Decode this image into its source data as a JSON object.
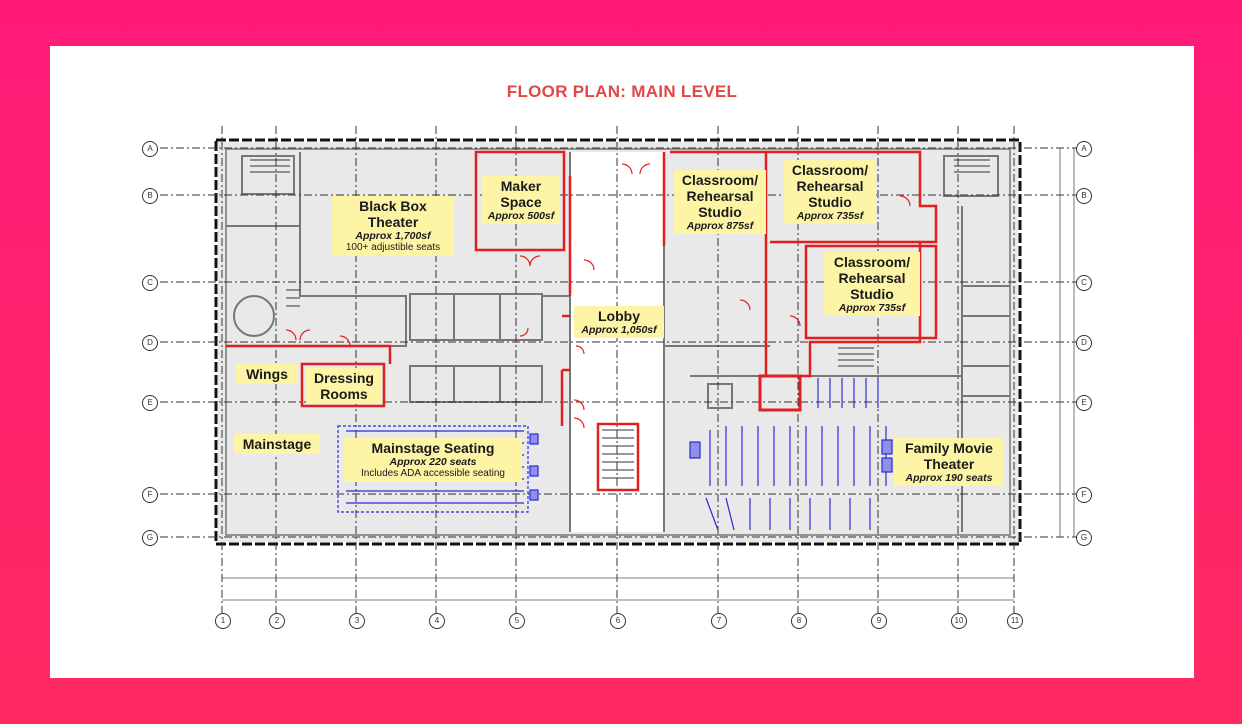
{
  "title": "FLOOR PLAN: MAIN LEVEL",
  "grid_rows": [
    "A",
    "B",
    "C",
    "D",
    "E",
    "F",
    "G"
  ],
  "grid_cols": [
    "1",
    "2",
    "3",
    "4",
    "5",
    "6",
    "7",
    "8",
    "9",
    "10",
    "11"
  ],
  "rooms": {
    "black_box": {
      "name": "Black Box Theater",
      "name_l1": "Black Box",
      "name_l2": "Theater",
      "area": "Approx 1,700sf",
      "note": "100+ adjustible seats"
    },
    "maker_space": {
      "name_l1": "Maker",
      "name_l2": "Space",
      "area": "Approx 500sf"
    },
    "classroom_1": {
      "name_l1": "Classroom/",
      "name_l2": "Rehearsal",
      "name_l3": "Studio",
      "area": "Approx 875sf"
    },
    "classroom_2": {
      "name_l1": "Classroom/",
      "name_l2": "Rehearsal",
      "name_l3": "Studio",
      "area": "Approx 735sf"
    },
    "classroom_3": {
      "name_l1": "Classroom/",
      "name_l2": "Rehearsal",
      "name_l3": "Studio",
      "area": "Approx 735sf"
    },
    "lobby": {
      "name": "Lobby",
      "area": "Approx 1,050sf"
    },
    "wings": {
      "name": "Wings"
    },
    "dressing": {
      "name_l1": "Dressing",
      "name_l2": "Rooms"
    },
    "mainstage": {
      "name": "Mainstage"
    },
    "mainstage_seating": {
      "name": "Mainstage Seating",
      "area": "Approx 220 seats",
      "note": "Includes ADA accessible seating"
    },
    "family_movie": {
      "name_l1": "Family Movie",
      "name_l2": "Theater",
      "area": "Approx 190 seats"
    }
  },
  "colors": {
    "accent_red": "#e02020",
    "label_bg": "#fdf4a6",
    "seat_blue": "#2b2bd8",
    "wall_gray": "#e9e9e9"
  }
}
